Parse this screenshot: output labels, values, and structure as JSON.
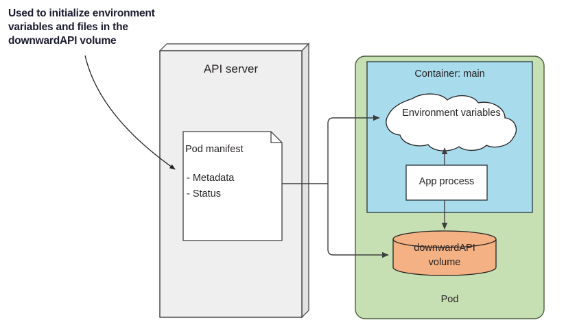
{
  "diagram": {
    "annotation": {
      "text": "Used to initialize environment variables and files in the downwardAPI volume",
      "arrow": "curved-arrow-to-pod-manifest"
    },
    "api_server": {
      "title": "API server",
      "fill": "#efefef",
      "stroke": "#3f3f3f",
      "manifest": {
        "title": "Pod manifest",
        "items": [
          "- Metadata",
          "- Status"
        ],
        "fill": "#ffffff",
        "stroke": "#3f3f3f"
      }
    },
    "pod": {
      "label": "Pod",
      "fill": "#c6e0b4",
      "stroke": "#4a5c3a",
      "container": {
        "label": "Container: main",
        "fill": "#a8dcec",
        "stroke": "#2f3f46",
        "env_vars": {
          "label": "Environment variables",
          "shape": "cloud",
          "fill": "#ffffff",
          "stroke": "#231f20"
        },
        "app_process": {
          "label": "App process",
          "shape": "rectangle",
          "fill": "#ffffff",
          "stroke": "#2f3f46"
        }
      },
      "volume": {
        "label": "downwardAPI volume",
        "shape": "cylinder",
        "fill": "#f4b183",
        "stroke": "#231f20"
      }
    },
    "connectors": [
      {
        "from": "pod-manifest",
        "to": "environment-variables",
        "style": "elbow-arrow"
      },
      {
        "from": "pod-manifest",
        "to": "downwardapi-volume",
        "style": "elbow-arrow"
      },
      {
        "from": "app-process",
        "to": "environment-variables",
        "style": "straight-arrow-up"
      },
      {
        "from": "app-process",
        "to": "downwardapi-volume",
        "style": "straight-arrow-down"
      }
    ]
  }
}
